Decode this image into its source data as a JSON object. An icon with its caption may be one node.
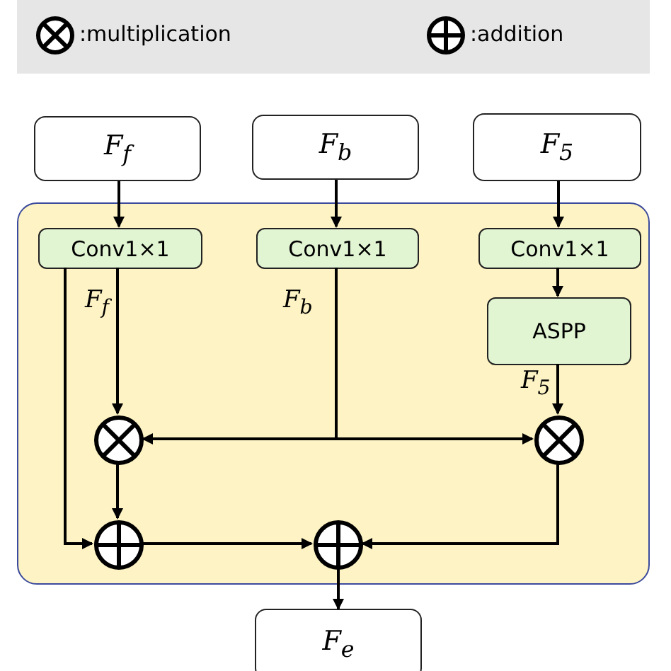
{
  "diagram": {
    "nodes": [
      {
        "text": [
          "F$_{f}$"
        ]
      },
      {
        "text": [
          "F$_{b}$"
        ]
      },
      {
        "text": [
          "F$_{5}$"
        ]
      },
      {
        "text": [],
        "shape": "box"
      },
      {
        "text": [
          "Conv1×1"
        ],
        "in": 3
      },
      {
        "text": [
          "Conv1×1"
        ],
        "in": 3
      },
      {
        "text": [
          "Conv1×1"
        ],
        "in": 3
      },
      {
        "text": [
          "ASPP"
        ],
        "in": 3
      },
      {
        "text": [],
        "shape": "circle",
        "in": 3
      },
      {
        "text": [],
        "shape": "circle",
        "in": 3
      },
      {
        "text": [],
        "shape": "circle",
        "in": 3
      },
      {
        "text": [],
        "shape": "circle",
        "in": 3
      },
      {
        "text": [
          "F$_{e}$"
        ]
      }
    ],
    "edges": [
      {
        "from": 0,
        "to": 4,
        "arrow": "to"
      },
      {
        "from": 1,
        "to": 5,
        "arrow": "to"
      },
      {
        "from": 2,
        "to": 6,
        "arrow": "to"
      },
      {
        "from": 6,
        "to": 7,
        "arrow": "to"
      },
      {
        "from": 4,
        "to": 8,
        "arrow": "to",
        "label": "F$_{f}$"
      },
      {
        "from": 5,
        "to": 8,
        "arrow": "to",
        "label": "F$_{b}$"
      },
      {
        "from": 5,
        "to": 9,
        "arrow": "to"
      },
      {
        "from": 7,
        "to": 9,
        "arrow": "to",
        "label": "F$_{5}$"
      },
      {
        "from": 4,
        "to": 10,
        "arrow": "to"
      },
      {
        "from": 8,
        "to": 10,
        "arrow": "to"
      },
      {
        "from": 10,
        "to": 11,
        "arrow": "to"
      },
      {
        "from": 9,
        "to": 11,
        "arrow": "to"
      },
      {
        "from": 11,
        "to": 12,
        "arrow": "to"
      }
    ],
    "legend": [
      {
        "text": ":multiplication"
      },
      {
        "text": ":addition"
      }
    ]
  }
}
